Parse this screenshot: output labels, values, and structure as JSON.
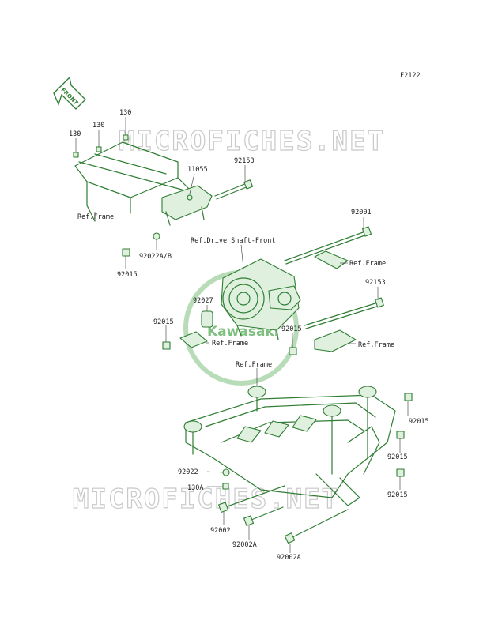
{
  "diagram": {
    "figure_code": "F2122",
    "front_label": "FRONT",
    "watermark": "MICROFICHES.NET",
    "logo_text": "Kawasaki"
  },
  "labels": {
    "l130a": "130",
    "l130b": "130",
    "l130c": "130",
    "l11055": "11055",
    "l92153a": "92153",
    "lRefFrame1": "Ref.Frame",
    "l92022ab": "92022A/B",
    "l92015a": "92015",
    "lRefDrive": "Ref.Drive Shaft-Front",
    "l92001": "92001",
    "lRefFrame2": "Ref.Frame",
    "l92027": "92027",
    "l92153b": "92153",
    "l92015b": "92015",
    "l92015c": "92015",
    "lRefFrame3": "Ref.Frame",
    "lRefFrame4": "Ref.Frame",
    "lRefFrame5": "Ref.Frame",
    "l92015d": "92015",
    "l92015e": "92015",
    "l92015f": "92015",
    "l92022": "92022",
    "l130A": "130A",
    "l92002": "92002",
    "l92002A1": "92002A",
    "l92002A2": "92002A"
  },
  "colors": {
    "part_line": "#2e7d32",
    "watermark": "#c9c9c9",
    "text": "#1a1a1a"
  }
}
